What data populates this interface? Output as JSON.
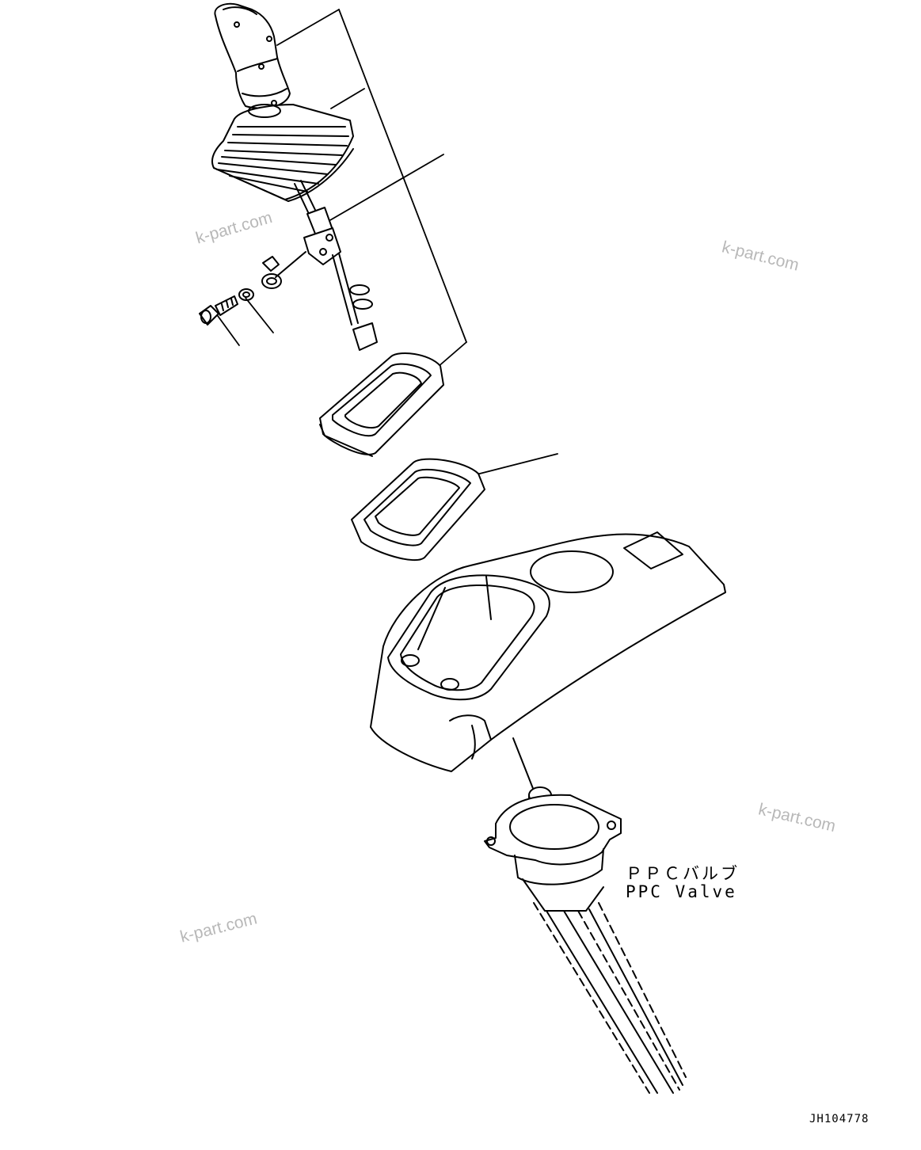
{
  "watermark": "k-part.com",
  "labels": {
    "ppc_valve_jp": "ＰＰＣバルブ",
    "ppc_valve_en": "PPC Valve"
  },
  "drawing_id": "JH104778",
  "colors": {
    "line": "#000000",
    "watermark": "#b8b8b8",
    "background": "#ffffff"
  }
}
